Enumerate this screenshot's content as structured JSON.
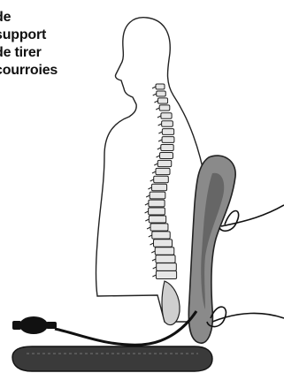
{
  "caption": {
    "lines": [
      "de",
      "support",
      "de tirer",
      "courroies"
    ]
  },
  "colors": {
    "ink": "#111111",
    "cushion": "#888888",
    "cushion_dark": "#555555",
    "spine": "#333333"
  }
}
